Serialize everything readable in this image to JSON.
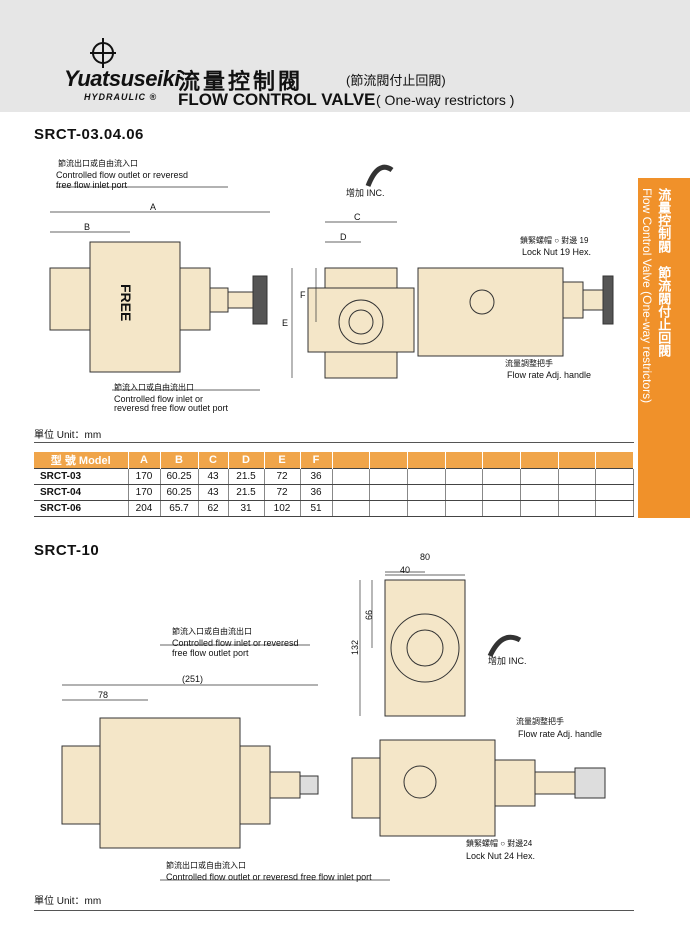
{
  "header": {
    "brand": "Yuatsuseiki",
    "brand_sub": "HYDRAULIC ®",
    "title_cn": "流量控制閥",
    "title_cn_sub": "(節流閥付止回閥)",
    "title_en": "FLOW CONTROL VALVE",
    "title_en_sub": "( One-way restrictors )"
  },
  "side_tab": {
    "cn": "流量控制閥　節流閥付止回閥",
    "en": "Flow Control Valve (One-way restrictors)"
  },
  "section1": {
    "title": "SRCT-03.04.06",
    "labels": {
      "outlet_cn": "節流出口或自由流入口",
      "outlet_en1": "Controlled flow outlet or reveresd",
      "outlet_en2": "free flow inlet port",
      "inlet_cn": "節流入口或自由流出口",
      "inlet_en1": "Controlled flow inlet or",
      "inlet_en2": "reveresd free flow outlet port",
      "inc": "增加 INC.",
      "lock_cn": "鎖緊螺帽 ○ 對邊 19",
      "lock_en": "Lock Nut 19 Hex.",
      "handle_cn": "流量調整把手",
      "handle_en": "Flow rate Adj. handle",
      "free": "FREE",
      "dim_a": "A",
      "dim_b": "B",
      "dim_c": "C",
      "dim_d": "D",
      "dim_e": "E",
      "dim_f": "F"
    },
    "unit": "單位 Unit：mm"
  },
  "table": {
    "headers": [
      "型 號 Model",
      "A",
      "B",
      "C",
      "D",
      "E",
      "F"
    ],
    "rows": [
      [
        "SRCT-03",
        "170",
        "60.25",
        "43",
        "21.5",
        "72",
        "36"
      ],
      [
        "SRCT-04",
        "170",
        "60.25",
        "43",
        "21.5",
        "72",
        "36"
      ],
      [
        "SRCT-06",
        "204",
        "65.7",
        "62",
        "31",
        "102",
        "51"
      ]
    ]
  },
  "section2": {
    "title": "SRCT-10",
    "labels": {
      "inlet_cn": "節流入口或自由流出口",
      "inlet_en1": "Controlled flow inlet or reveresd",
      "inlet_en2": "free flow outlet port",
      "outlet_cn": "節流出口或自由流入口",
      "outlet_en": "Controlled flow outlet or reveresd free flow inlet port",
      "inc": "增加 INC.",
      "handle_cn": "流量調整把手",
      "handle_en": "Flow rate Adj. handle",
      "lock_cn": "鎖緊螺帽 ○ 對邊24",
      "lock_en": "Lock Nut 24 Hex.",
      "dim_80": "80",
      "dim_40": "40",
      "dim_66": "66",
      "dim_132": "132",
      "dim_251": "(251)",
      "dim_78": "78"
    },
    "unit": "單位 Unit：mm"
  },
  "colors": {
    "body": "#f4e6c8",
    "accent": "#f0912a",
    "ink": "#111111"
  }
}
